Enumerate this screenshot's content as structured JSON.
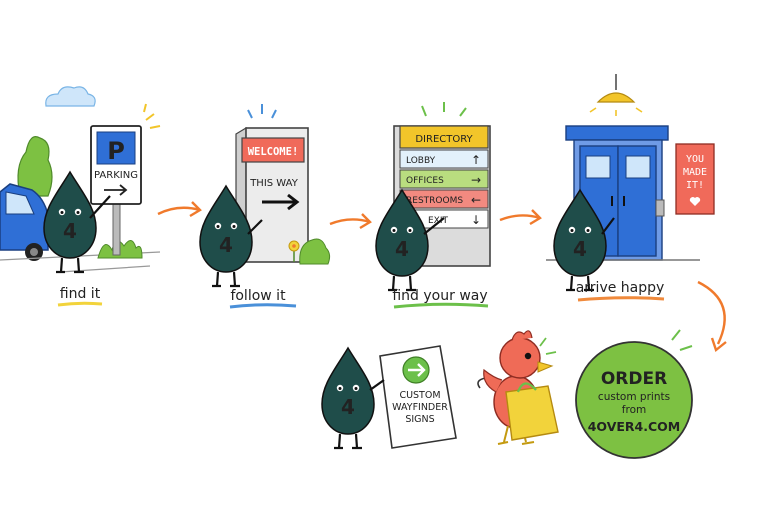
{
  "steps": [
    {
      "caption": "find it",
      "underline_color": "#f2d33b"
    },
    {
      "caption": "follow it",
      "underline_color": "#4a90d9"
    },
    {
      "caption": "find your way",
      "underline_color": "#6cc04a"
    },
    {
      "caption": "arrive happy",
      "underline_color": "#f08a3c"
    }
  ],
  "mascot_label": "4",
  "parking_sign": {
    "letter": "P",
    "text": "PARKING"
  },
  "welcome_sign": {
    "header": "WELCOME!",
    "text": "THIS WAY"
  },
  "directory": {
    "title": "DIRECTORY",
    "rows": [
      {
        "label": "LOBBY",
        "arrow": "↑",
        "color": "#e3f1fb"
      },
      {
        "label": "OFFICES",
        "arrow": "→",
        "color": "#b9dd7f"
      },
      {
        "label": "RESTROOMS",
        "arrow": "←",
        "color": "#f28a80"
      },
      {
        "label": "EXIT",
        "arrow": "↓",
        "color": "#ffffff"
      }
    ]
  },
  "door_sign": {
    "line1": "YOU",
    "line2": "MADE",
    "line3": "IT!"
  },
  "wayfinder_sign": {
    "line1": "CUSTOM",
    "line2": "WAYFINDER",
    "line3": "SIGNS"
  },
  "order_badge": {
    "title": "ORDER",
    "line1": "custom prints",
    "line2": "from",
    "line3": "4OVER4.COM"
  },
  "colors": {
    "mascot": "#1f4d4a",
    "accent_orange": "#f07a2c",
    "badge_green": "#7dc142",
    "door_blue": "#2f6fd6",
    "bird": "#ef6b57"
  }
}
